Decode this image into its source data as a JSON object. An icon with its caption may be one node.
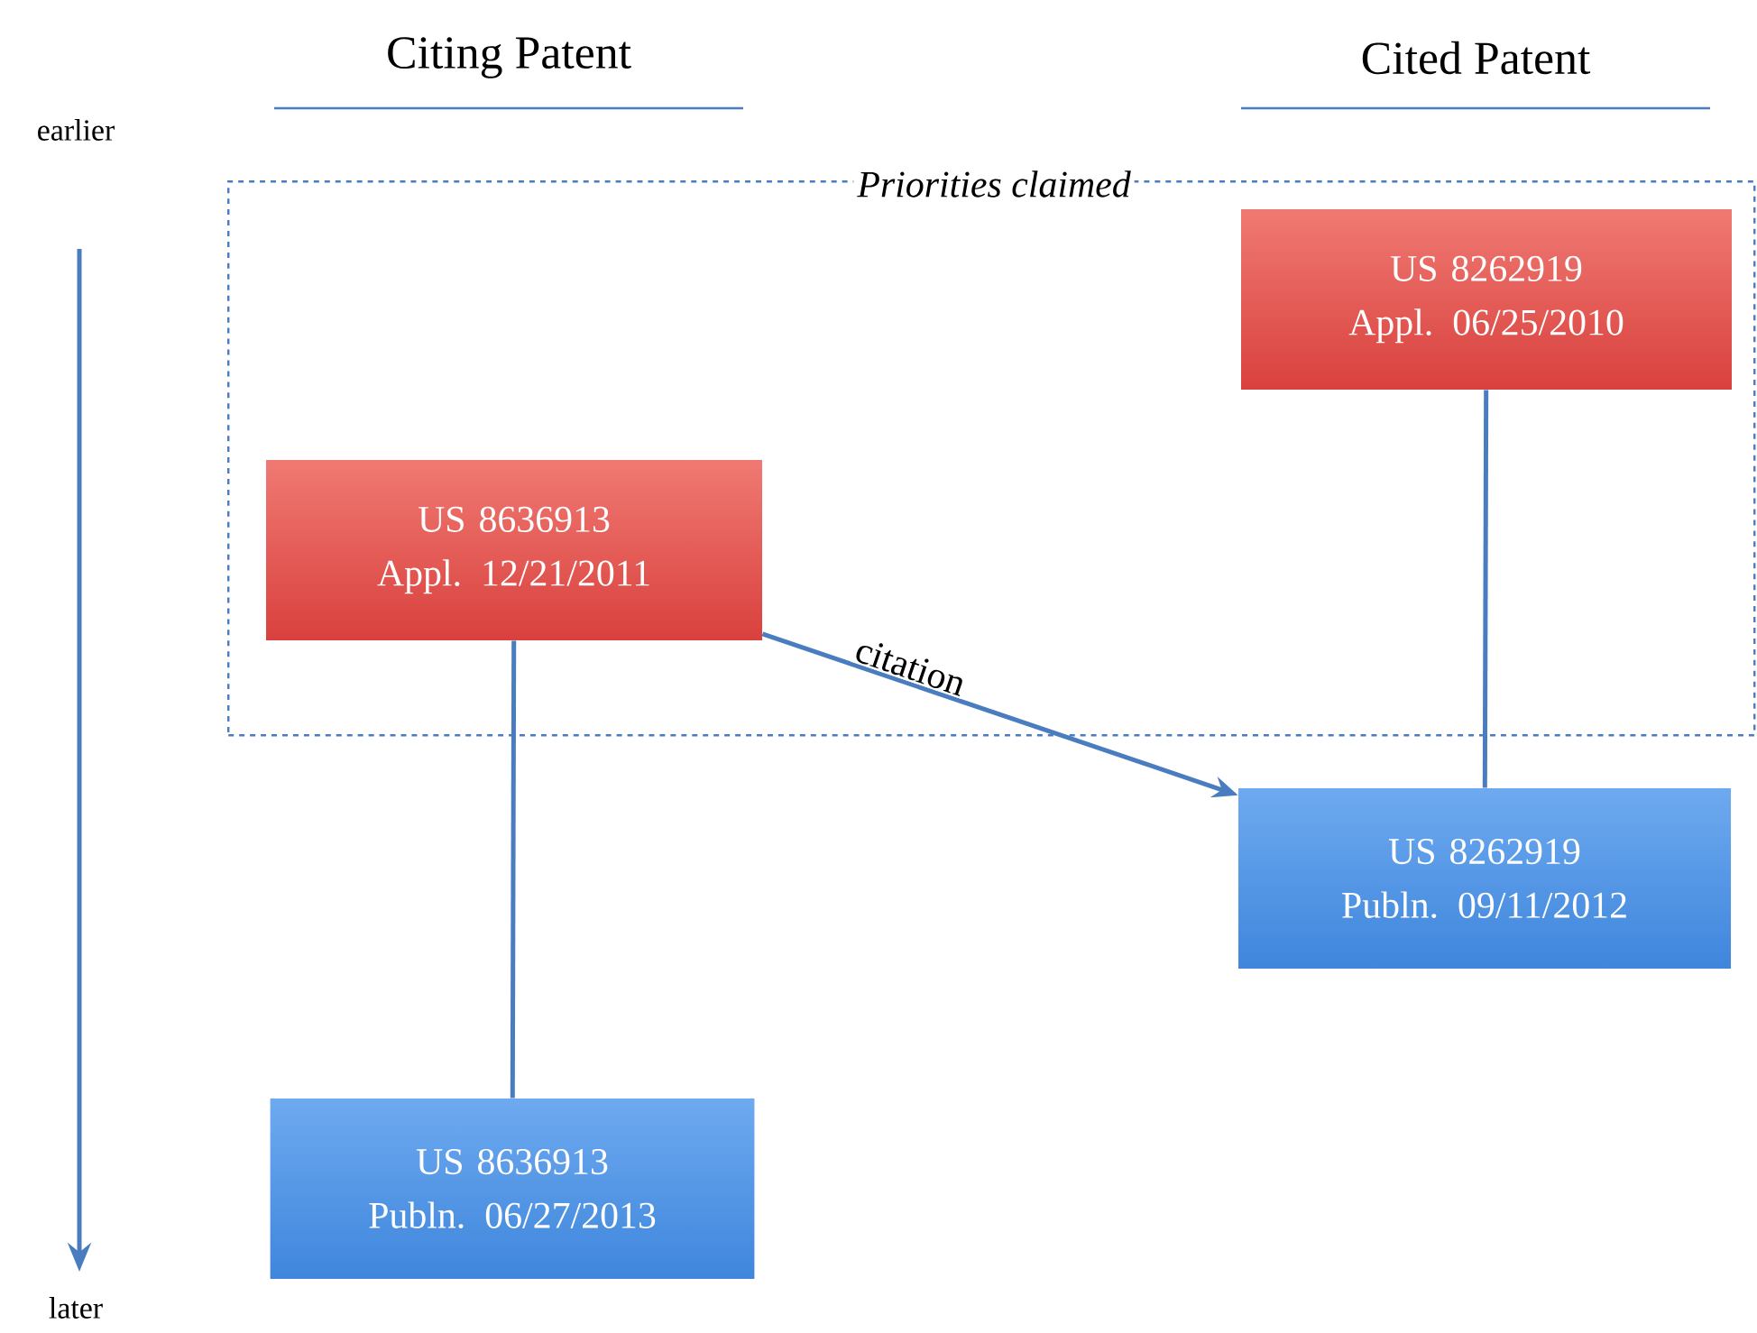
{
  "diagram": {
    "nodes": [
      {
        "text": [
          "Priorities claimed"
        ]
      },
      {
        "text": [
          "US 8262919 Appl. 06/25/2010"
        ],
        "in": 0
      },
      {
        "text": [
          "US 8636913 Appl. 12/21/2011"
        ],
        "in": 0
      },
      {
        "text": [
          "US 8262919 Publn. 09/11/2012"
        ]
      },
      {
        "text": [
          "US 8636913 Publn. 06/27/2013"
        ]
      }
    ],
    "edges": [
      {
        "from": 2,
        "to": 3,
        "arrow": "to",
        "label": "citation"
      },
      {
        "from": 1,
        "to": 3,
        "arrow": "none"
      },
      {
        "from": 2,
        "to": 4,
        "arrow": "none"
      }
    ],
    "labels": [
      "Citing Patent",
      "Cited Patent",
      "earlier",
      "later"
    ]
  }
}
